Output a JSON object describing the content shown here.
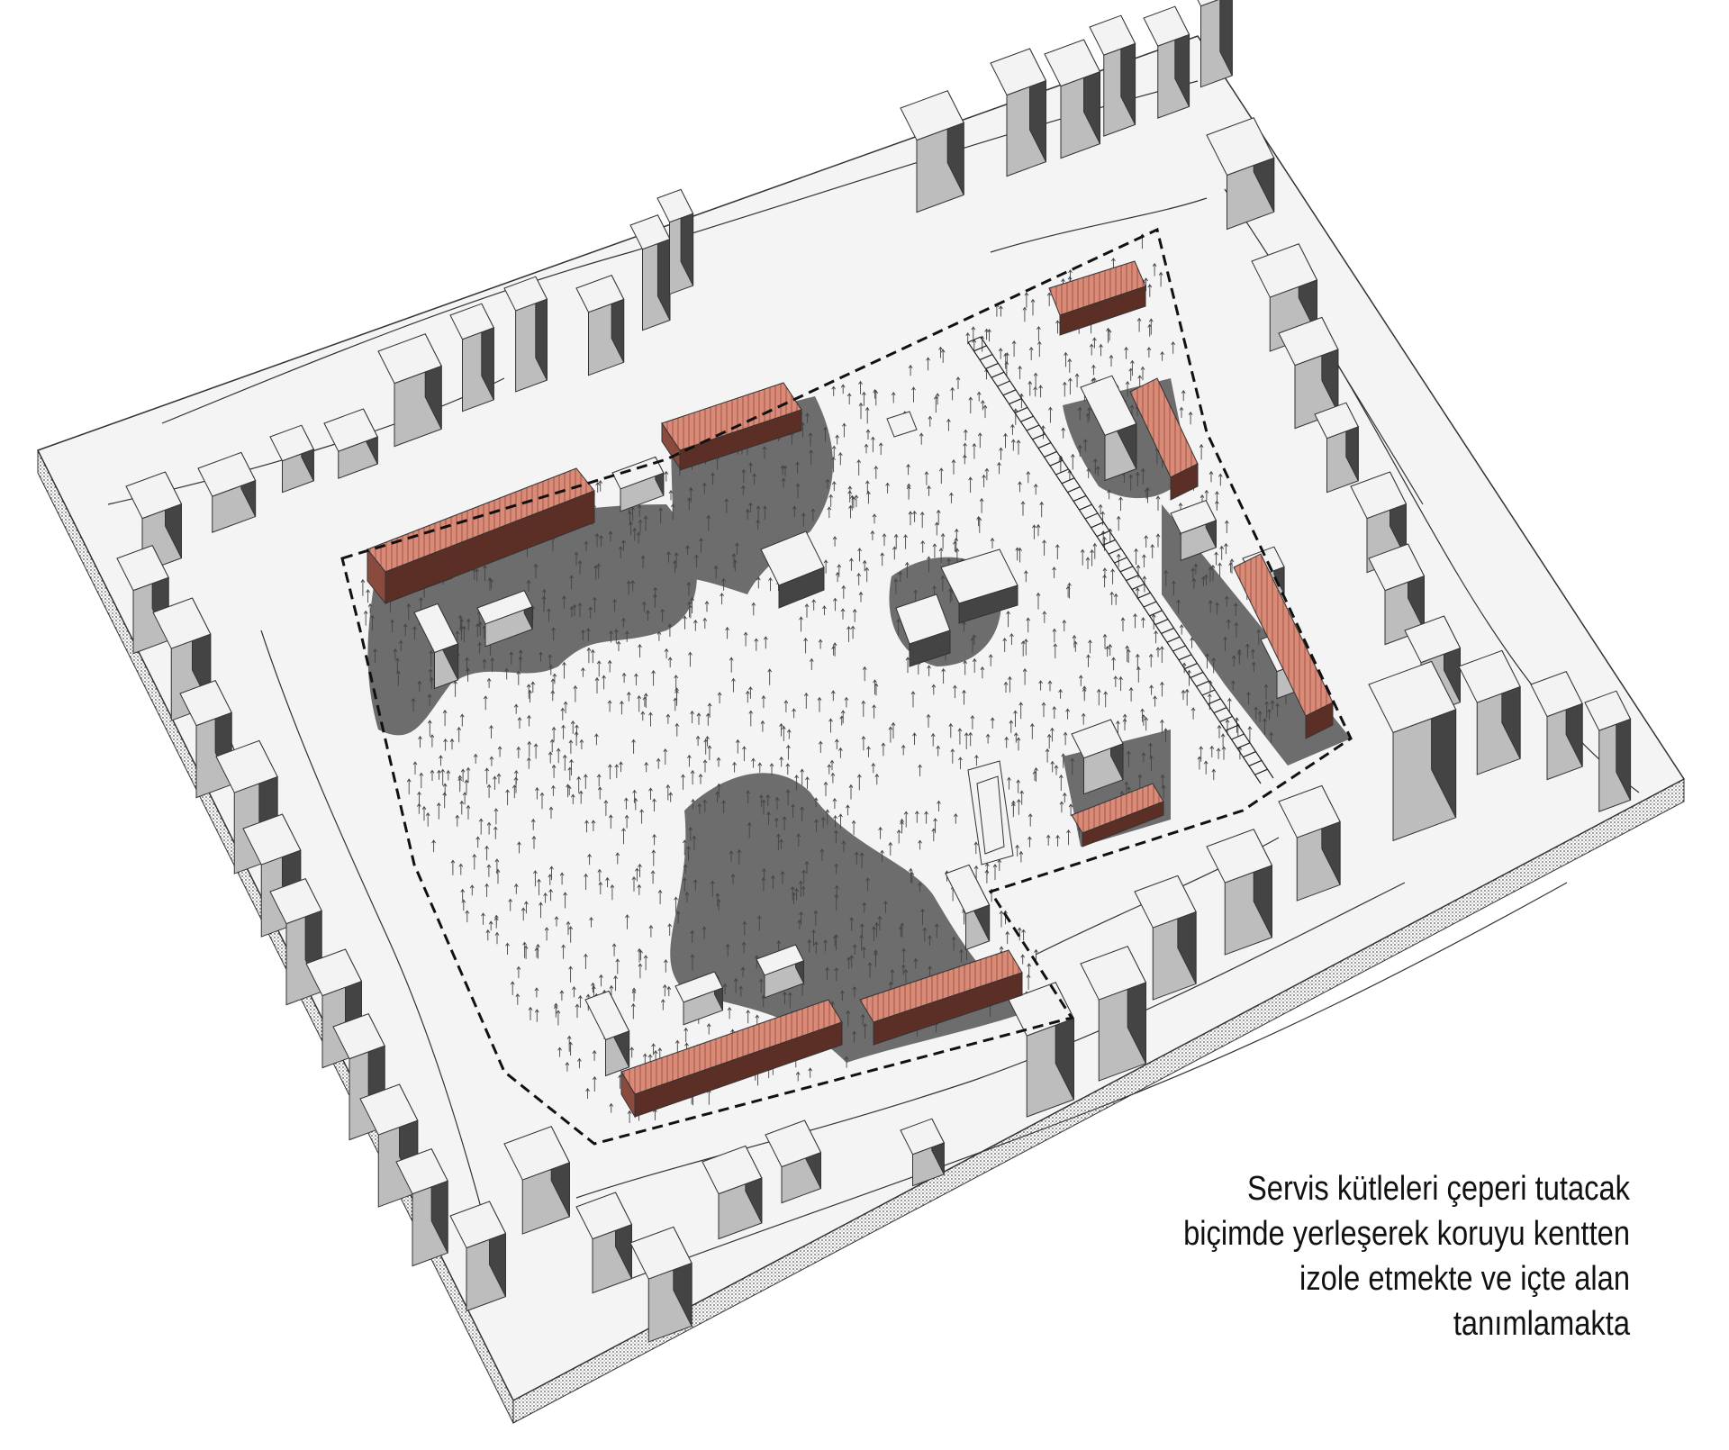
{
  "caption": {
    "lines": [
      "Servis kütleleri çeperi tutacak",
      "biçimde yerleşerek koruyu kentten",
      "izole etmekte ve içte alan",
      "tanımlamakta"
    ]
  },
  "colors": {
    "background": "#ffffff",
    "ground": "#f4f4f4",
    "building_top": "#f3f3f3",
    "building_left": "#bdbdbd",
    "building_right": "#444444",
    "shadow_zone": "#6d6d6d",
    "service_roof": "#d98b78",
    "boundary": "#111111"
  }
}
